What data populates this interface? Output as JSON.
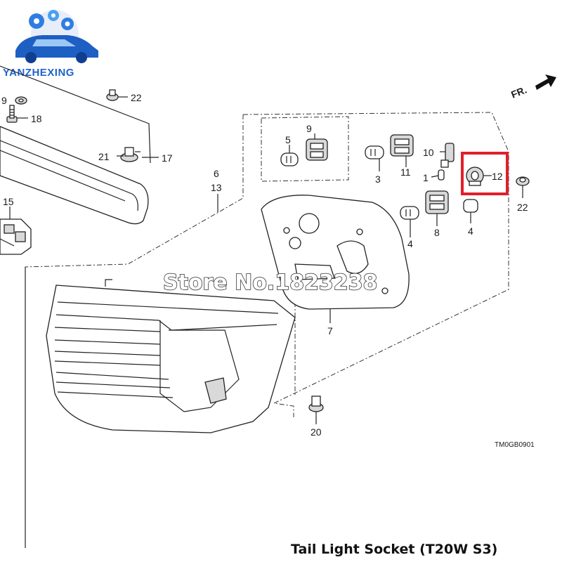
{
  "brand": {
    "name": "YANZHEXING"
  },
  "direction_label": "FR.",
  "watermark": "Store No.1823238",
  "diagram_code": "TM0GB0901",
  "caption": "Tail Light Socket (T20W S3)",
  "highlight_color": "#e0202a",
  "callouts": {
    "c9a": "9",
    "c18": "18",
    "c22a": "22",
    "c21": "21",
    "c17": "17",
    "c15": "15",
    "c6": "6",
    "c13": "13",
    "c5": "5",
    "c9b": "9",
    "c3": "3",
    "c11": "11",
    "c10": "10",
    "c1": "1",
    "c12": "12",
    "c22b": "22",
    "c4a": "4",
    "c8": "8",
    "c4b": "4",
    "c7": "7",
    "c20": "20"
  }
}
